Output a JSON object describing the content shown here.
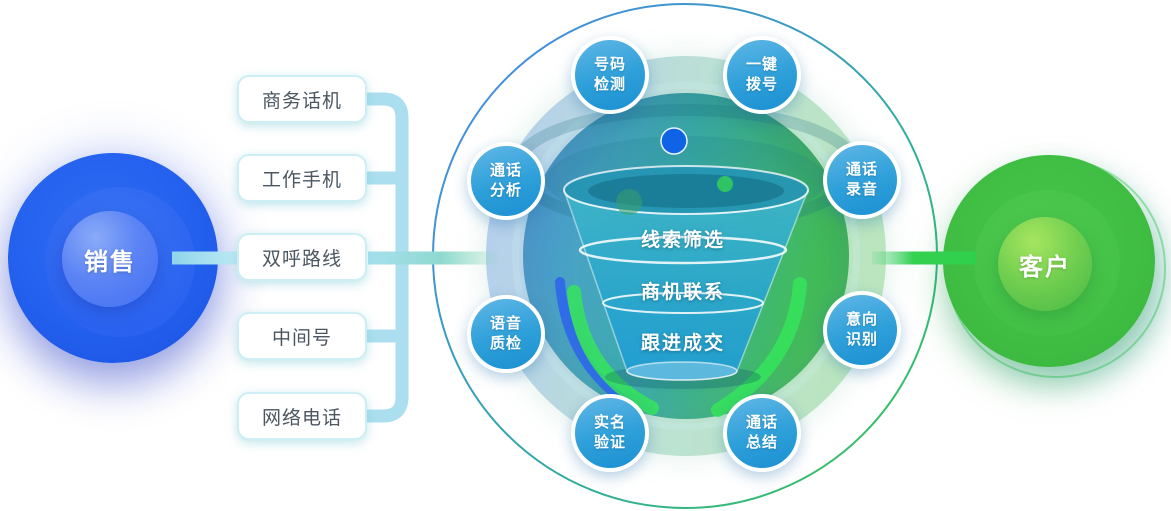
{
  "left_node": {
    "label": "销售"
  },
  "right_node": {
    "label": "客户"
  },
  "channel_boxes": [
    {
      "label": "商务话机"
    },
    {
      "label": "工作手机"
    },
    {
      "label": "双呼路线"
    },
    {
      "label": "中间号"
    },
    {
      "label": "网络电话"
    }
  ],
  "funnel": {
    "stages": [
      {
        "label": "线索筛选"
      },
      {
        "label": "商机联系"
      },
      {
        "label": "跟进成交"
      }
    ]
  },
  "feature_badges": [
    {
      "line1": "号码",
      "line2": "检测"
    },
    {
      "line1": "一键",
      "line2": "拨号"
    },
    {
      "line1": "通话",
      "line2": "分析"
    },
    {
      "line1": "通话",
      "line2": "录音"
    },
    {
      "line1": "语音",
      "line2": "质检"
    },
    {
      "line1": "意向",
      "line2": "识别"
    },
    {
      "line1": "实名",
      "line2": "验证"
    },
    {
      "line1": "通话",
      "line2": "总结"
    }
  ],
  "colors": {
    "sales_blue": "#2a63ef",
    "customer_green": "#41bf45",
    "badge_blue": "#2196d4",
    "connector_light_blue": "#a8dcee",
    "connector_green": "#2ed04a",
    "funnel_teal": "#2ba9c9"
  }
}
